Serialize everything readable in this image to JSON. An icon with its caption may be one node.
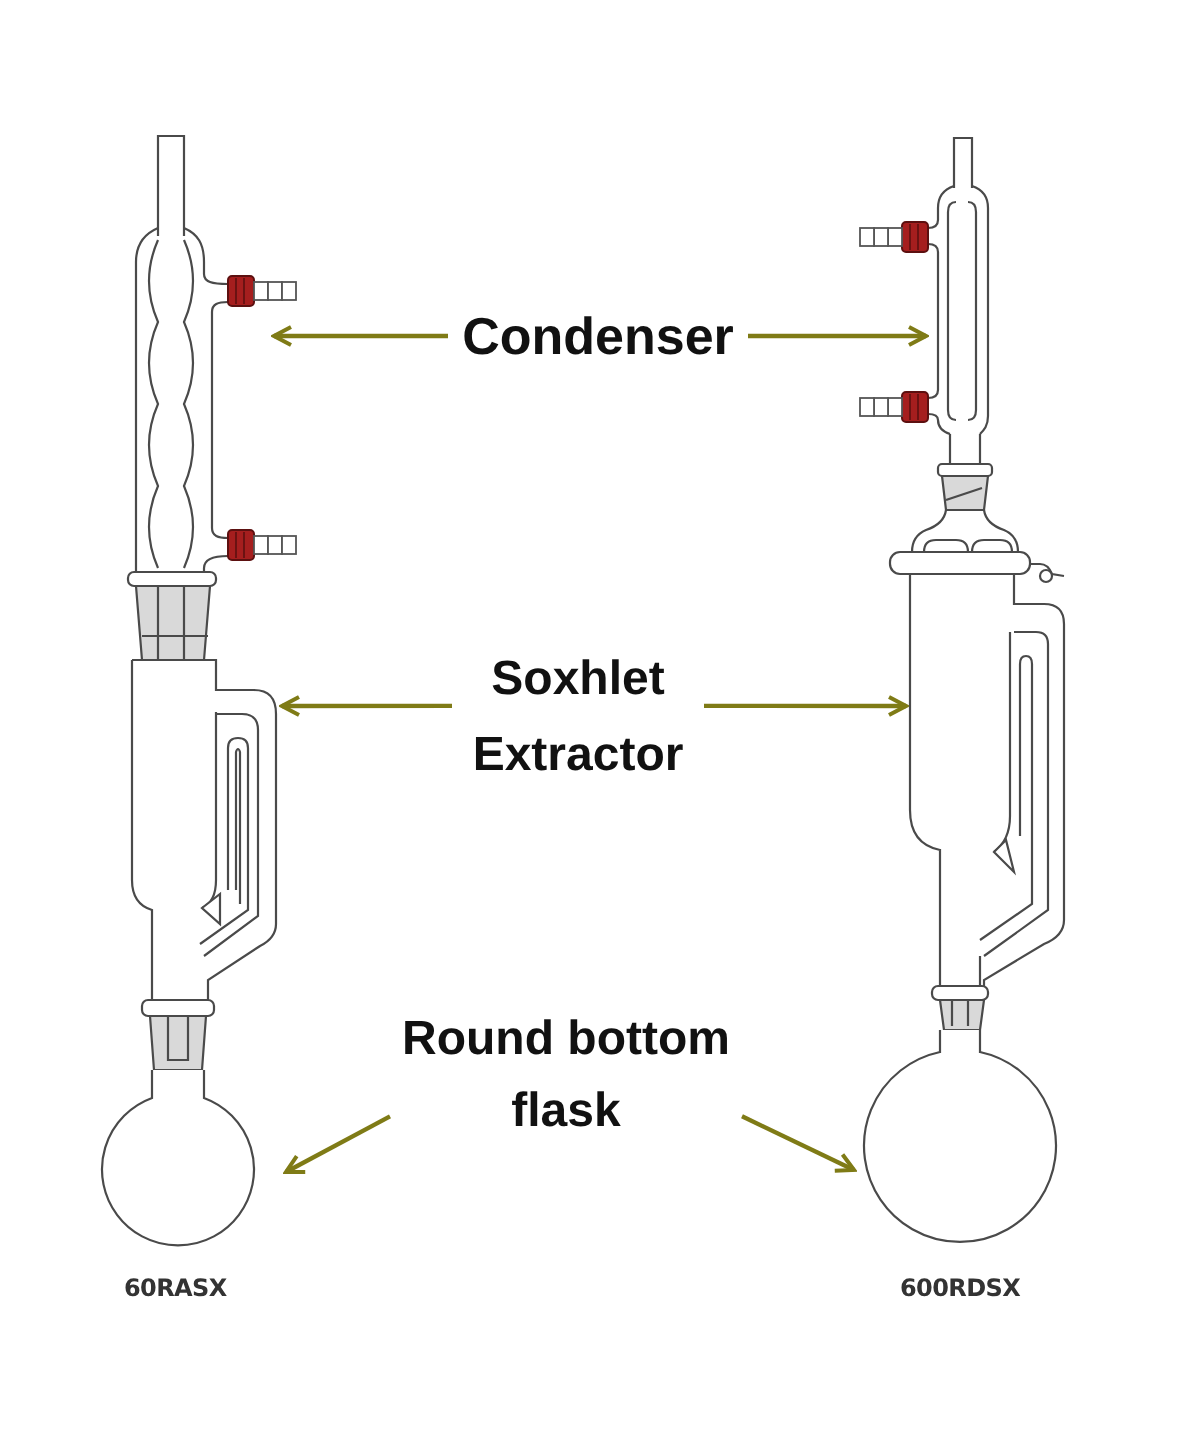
{
  "diagram": {
    "nodes": [
      {
        "text": [
          "Condenser"
        ]
      },
      {
        "text": [
          "Soxhlet Extractor"
        ]
      },
      {
        "text": [
          "Round bottom flask"
        ]
      }
    ],
    "edges": [
      {
        "from": 0,
        "to": null,
        "arrow": "to"
      },
      {
        "from": 0,
        "to": null,
        "arrow": "to"
      },
      {
        "from": 1,
        "to": null,
        "arrow": "to"
      },
      {
        "from": 1,
        "to": null,
        "arrow": "to"
      },
      {
        "from": 2,
        "to": null,
        "arrow": "to"
      },
      {
        "from": 2,
        "to": null,
        "arrow": "to"
      }
    ],
    "labels": [
      "60RASX",
      "600RDSX"
    ]
  }
}
